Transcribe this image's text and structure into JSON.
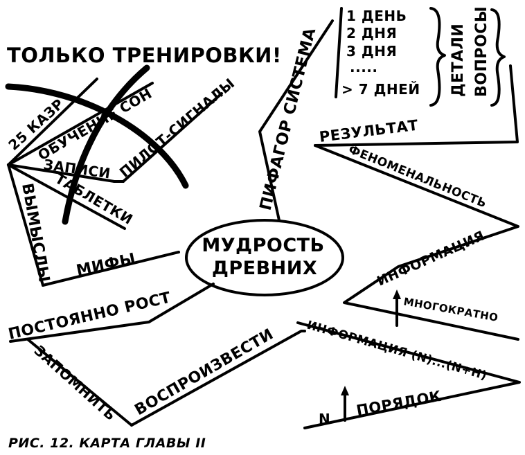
{
  "center": {
    "line1": "МУДРОСТЬ",
    "line2": "ДРЕВНИХ"
  },
  "header": {
    "only_training": "ТОЛЬКО ТРЕНИРОВКИ!"
  },
  "left_branches": {
    "kasr": "25 КАЗР",
    "sleep": "ОБУЧЕНИЕ СОН",
    "pilot": "ПИЛОТ-СИГНАЛЫ",
    "records": "ЗАПИСИ",
    "pills": "ТАБЛЕТКИ",
    "fiction": "ВЫМЫСЛЫ",
    "myths": "МИФЫ"
  },
  "top_branch": {
    "pythagoras": "ПИФАГОР СИСТЕМА",
    "days": [
      "1 ДЕНЬ",
      "2 ДНЯ",
      "3 ДНЯ",
      ".....",
      "> 7 ДНЕЙ"
    ],
    "details": "ДЕТАЛИ",
    "questions": "ВОПРОСЫ",
    "result": "РЕЗУЛЬТАТ",
    "phenomenal": "ФЕНОМЕНАЛЬНОСТЬ",
    "information": "ИНФОРМАЦИЯ",
    "repeatedly": "МНОГОКРАТНО"
  },
  "bottom_branch": {
    "growth": "ПОСТОЯННО РОСТ",
    "remember": "ЗАПОМНИТЬ",
    "reproduce": "ВОСПРОИЗВЕСТИ",
    "info_order": "ИНФОРМАЦИЯ (N)...(N+H)",
    "n": "N",
    "order": "ПОРЯДОК"
  },
  "caption": "РИС. 12. КАРТА ГЛАВЫ II"
}
